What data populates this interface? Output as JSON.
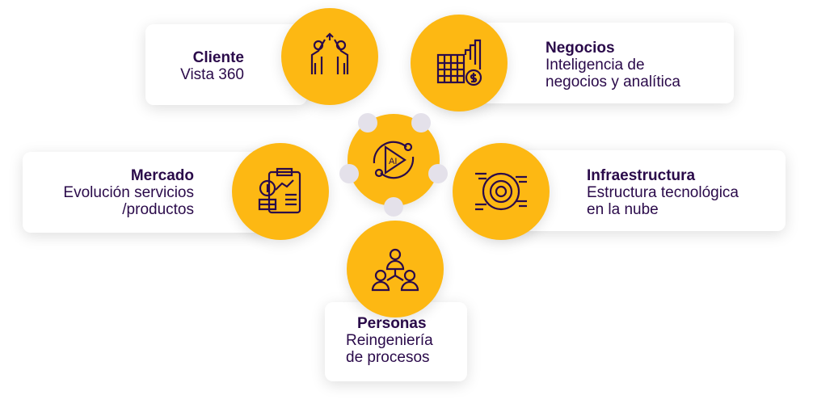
{
  "colors": {
    "accent": "#fdb813",
    "text": "#2a0a4a"
  },
  "center": {
    "icon": "ai-cycle-icon",
    "label": "AI"
  },
  "items": [
    {
      "title": "Cliente",
      "lines": [
        "Vista 360"
      ],
      "icon": "high-five-icon"
    },
    {
      "title": "Negocios",
      "lines": [
        "Inteligencia de",
        "negocios y analítica"
      ],
      "icon": "bar-chart-calculator-icon"
    },
    {
      "title": "Mercado",
      "lines": [
        "Evolución servicios",
        "/productos"
      ],
      "icon": "clipboard-coins-icon"
    },
    {
      "title": "Infraestructura",
      "lines": [
        "Estructura tecnológica",
        "en la nube"
      ],
      "icon": "tech-target-icon"
    },
    {
      "title": "Personas",
      "lines": [
        "Reingeniería",
        "de procesos"
      ],
      "icon": "people-network-icon"
    }
  ]
}
